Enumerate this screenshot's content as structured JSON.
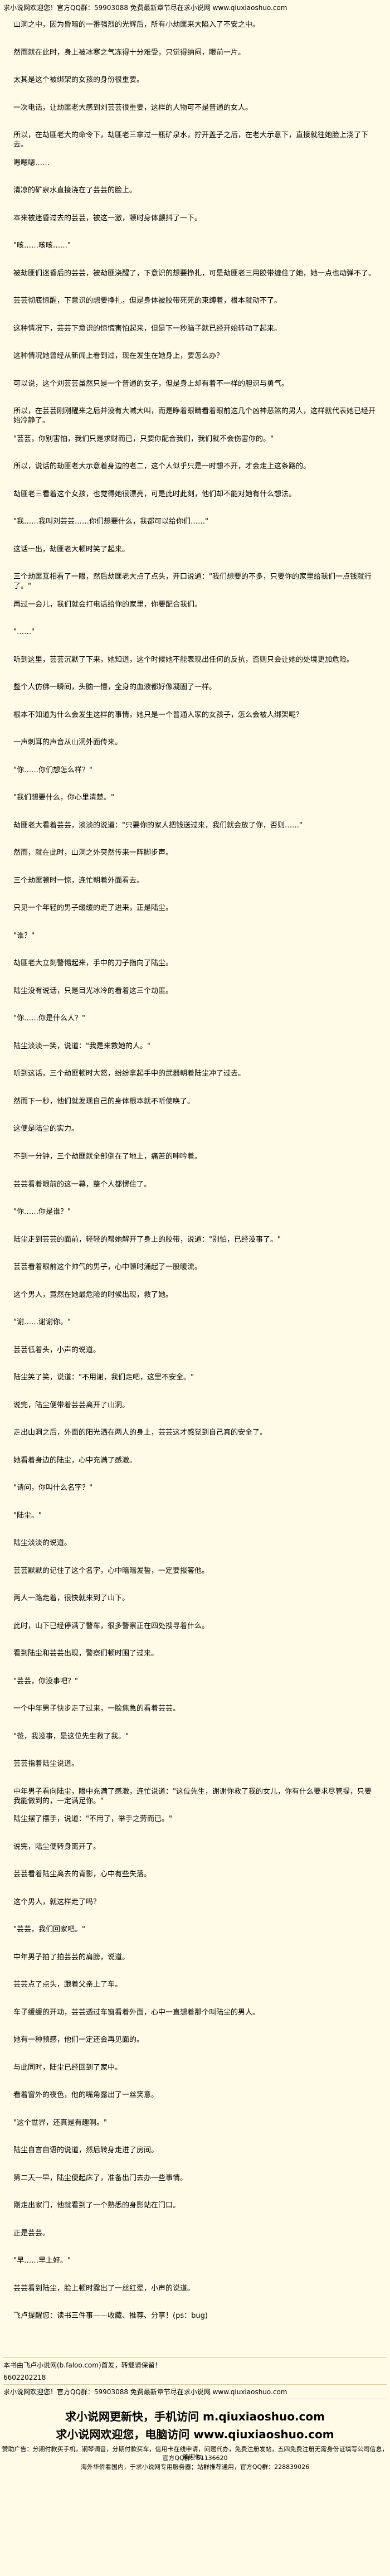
{
  "header": {
    "top_line": "求小说网欢迎您！官方QQ群：59903088 免费最新章节尽在求小说网 www.qiuxiaoshuo.com"
  },
  "paragraphs": [
    "山洞之中，因为昏暗的一番强烈的光辉后，所有小劫匪来大陷入了不安之中。",
    "然而就在此时，身上被冰寒之气冻得十分难受，只觉得纳闷，眼前一片。",
    "太其是这个被绑架的女孩的身份很重要。",
    "一次电话，让劫匪老大感到刘芸芸很重要，这样的人物可不是普通的女人。",
    "所以，在劫匪老大的命令下，劫匪老三拿过一瓶矿泉水，拧开盖子之后，在老大示意下，直接就往她脸上浇了下去。",
    "嗯嗯嗯……",
    "清凉的矿泉水直接浇在了芸芸的脸上。",
    "本来被迷昏过去的芸芸，被这一激，顿时身体颤抖了一下。",
    "\"咳……咳咳……\"",
    "被劫匪们迷昏后的芸芸，被劫匪浇醒了，下意识的想要挣扎，可是劫匪老三用胶带缠住了她，她一点也动弹不了。",
    "芸芸彻底惊醒，下意识的想要挣扎，但是身体被胶带死死的束缚着，根本就动不了。",
    "这种情况下，芸芸下意识的惊慌害怕起来，但是下一秒脑子就已经开始转动了起来。",
    "这种情况她曾经从新闻上看到过，现在发生在她身上，要怎么办？",
    "可以说，这个刘芸芸虽然只是一个普通的女子，但是身上却有着不一样的胆识与勇气。",
    "所以，在芸芸刚刚醒来之后并没有大喊大叫，而是睁着眼睛看着眼前这几个凶神恶煞的男人，这样就代表她已经开始冷静了。",
    "\"芸芸，你别害怕，我们只是求财而已，只要你配合我们，我们就不会伤害你的。\"",
    "所以，说话的劫匪老大示意着身边的老二，这个人似乎只是一时想不开，才会走上这条路的。",
    "劫匪老三看着这个女孩，也觉得她很漂亮，可是此时此刻，他们却不能对她有什么想法。",
    "\"我……我叫刘芸芸……你们想要什么，我都可以给你们……\"",
    "这话一出，劫匪老大顿时笑了起来。",
    "三个劫匪互相看了一眼，然后劫匪老大点了点头，开口说道：\"我们想要的不多，只要你的家里给我们一点钱就行了。\"",
    "再过一会儿，我们就会打电话给你的家里，你要配合我们。",
    "\"……\"",
    "听到这里，芸芸沉默了下来，她知道，这个时候她不能表现出任何的反抗，否则只会让她的处境更加危险。",
    "整个人仿佛一瞬间，头脑一懵，全身的血液都好像凝固了一样。",
    "根本不知道为什么会发生这样的事情，她只是一个普通人家的女孩子，怎么会被人绑架呢？",
    "一声刺耳的声音从山洞外面传来。",
    "\"你……你们想怎么样？\"",
    "\"我们想要什么，你心里清楚。\"",
    "劫匪老大看着芸芸，淡淡的说道：\"只要你的家人把钱送过来，我们就会放了你，否则……\"",
    "然而，就在此时，山洞之外突然传来一阵脚步声。",
    "三个劫匪顿时一惊，连忙朝着外面看去。",
    "只见一个年轻的男子缓缓的走了进来，正是陆尘。",
    "\"谁？\"",
    "劫匪老大立刻警惕起来，手中的刀子指向了陆尘。",
    "陆尘没有说话，只是目光冰冷的看着这三个劫匪。",
    "\"你……你是什么人？\"",
    "陆尘淡淡一笑，说道：\"我是来救她的人。\"",
    "听到这话，三个劫匪顿时大怒，纷纷拿起手中的武器朝着陆尘冲了过去。",
    "然而下一秒，他们就发现自己的身体根本就不听使唤了。",
    "这便是陆尘的实力。",
    "不到一分钟，三个劫匪就全部倒在了地上，痛苦的呻吟着。",
    "芸芸看着眼前的这一幕，整个人都愣住了。",
    "\"你……你是谁？\"",
    "陆尘走到芸芸的面前，轻轻的帮她解开了身上的胶带，说道：\"别怕，已经没事了。\"",
    "芸芸看着眼前这个帅气的男子，心中顿时涌起了一股暖流。",
    "这个男人，竟然在她最危险的时候出现，救了她。",
    "\"谢……谢谢你。\"",
    "芸芸低着头，小声的说道。",
    "陆尘笑了笑，说道：\"不用谢，我们走吧，这里不安全。\"",
    "说完，陆尘便带着芸芸离开了山洞。",
    "走出山洞之后，外面的阳光洒在两人的身上，芸芸这才感觉到自己真的安全了。",
    "她看着身边的陆尘，心中充满了感激。",
    "\"请问，你叫什么名字？\"",
    "\"陆尘。\"",
    "陆尘淡淡的说道。",
    "芸芸默默的记住了这个名字，心中暗暗发誓，一定要报答他。",
    "两人一路走着，很快就来到了山下。",
    "此时，山下已经停满了警车，很多警察正在四处搜寻着什么。",
    "看到陆尘和芸芸出现，警察们顿时围了过来。",
    "\"芸芸，你没事吧？\"",
    "一个中年男子快步走了过来，一脸焦急的看着芸芸。",
    "\"爸，我没事，是这位先生救了我。\"",
    "芸芸指着陆尘说道。",
    "中年男子看向陆尘，眼中充满了感激，连忙说道：\"这位先生，谢谢你救了我的女儿，你有什么要求尽管提，只要我能做到的，一定满足你。\"",
    "陆尘摆了摆手，说道：\"不用了，举手之劳而已。\"",
    "说完，陆尘便转身离开了。",
    "芸芸看着陆尘离去的背影，心中有些失落。",
    "这个男人，就这样走了吗？",
    "\"芸芸，我们回家吧。\"",
    "中年男子拍了拍芸芸的肩膀，说道。",
    "芸芸点了点头，跟着父亲上了车。",
    "车子缓缓的开动，芸芸透过车窗看着外面，心中一直想着那个叫陆尘的男人。",
    "她有一种预感，他们一定还会再见面的。",
    "与此同时，陆尘已经回到了家中。",
    "看着窗外的夜色，他的嘴角露出了一丝笑意。",
    "\"这个世界，还真是有趣啊。\"",
    "陆尘自言自语的说道，然后转身走进了房间。",
    "第二天一早，陆尘便起床了，准备出门去办一些事情。",
    "刚走出家门，他就看到了一个熟悉的身影站在门口。",
    "正是芸芸。",
    "\"早……早上好。\"",
    "芸芸看到陆尘，脸上顿时露出了一丝红晕，小声的说道。",
    "飞卢提醒您：读书三件事——收藏、推荐、分享！(ps：bug)"
  ],
  "footer_source": "本书由飞卢小说网(b.faloo.com)首发，转载请保留！",
  "footer_code": "6602202218",
  "footer": {
    "top_line": "求小说网欢迎您！官方QQ群：59903088 免费最新章节尽在求小说网 www.qiuxiaoshuo.com",
    "line1": "求小说网更新快，手机访问 m.qiuxiaoshuo.com",
    "line2": "求小说网欢迎您，电脑访问 www.qiuxiaoshuo.com",
    "line3": "赞助广告：分期付款买手机，钢琴调音，分期付款买车，信用卡在线申请，问题代办，免费注册发帖，五四免费注册无需身份证填写公司信息，欢迎你。",
    "line4": "官方QQ群：51136620",
    "line5": "海外华侨看国内，于求小说网专用服务器；站群推荐通用，官方QQ群：228839026"
  }
}
